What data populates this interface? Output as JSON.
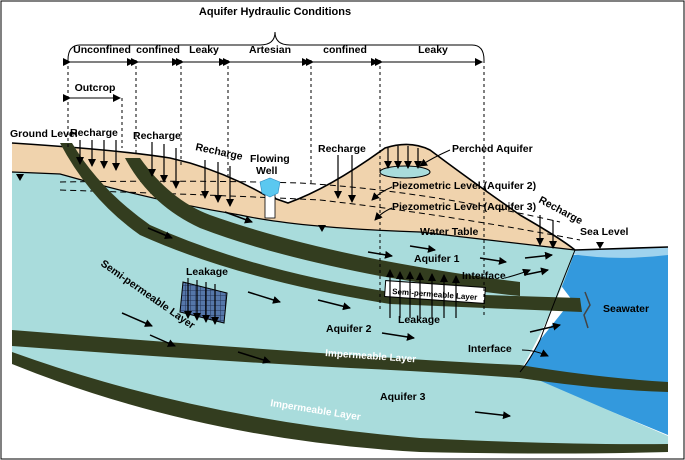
{
  "title": "Aquifer Hydraulic Conditions",
  "conditions": [
    "Unconfined",
    "confined",
    "Leaky",
    "Artesian",
    "confined",
    "Leaky"
  ],
  "labels": {
    "outcrop": "Outcrop",
    "ground_level": "Ground Level",
    "recharge": "Recharge",
    "flowing_well_1": "Flowing",
    "flowing_well_2": "Well",
    "perched_aquifer": "Perched Aquifer",
    "piezometric_2": "Piezometric Level (Aquifer 2)",
    "piezometric_3": "Piezometric Level (Aquifer 3)",
    "water_table": "Water Table",
    "sea_level": "Sea Level",
    "seawater": "Seawater",
    "aquifer_1": "Aquifer 1",
    "aquifer_2": "Aquifer 2",
    "aquifer_3": "Aquifer 3",
    "interface": "Interface",
    "leakage": "Leakage",
    "semi_permeable_layer": "Semi-permeable Layer",
    "semi_permeable_layer_small": "Semi-permeable Layer",
    "impermeable_layer": "Impermeable Layer"
  },
  "colors": {
    "soil": "#f0d3ad",
    "aquifer": "#a9dcdc",
    "confining_layer": "#333d1f",
    "seawater": "#3399dd",
    "sea_surface": "#9fd3ee",
    "leakage_zone": "#5577aa",
    "well": "#5bc8f0"
  }
}
